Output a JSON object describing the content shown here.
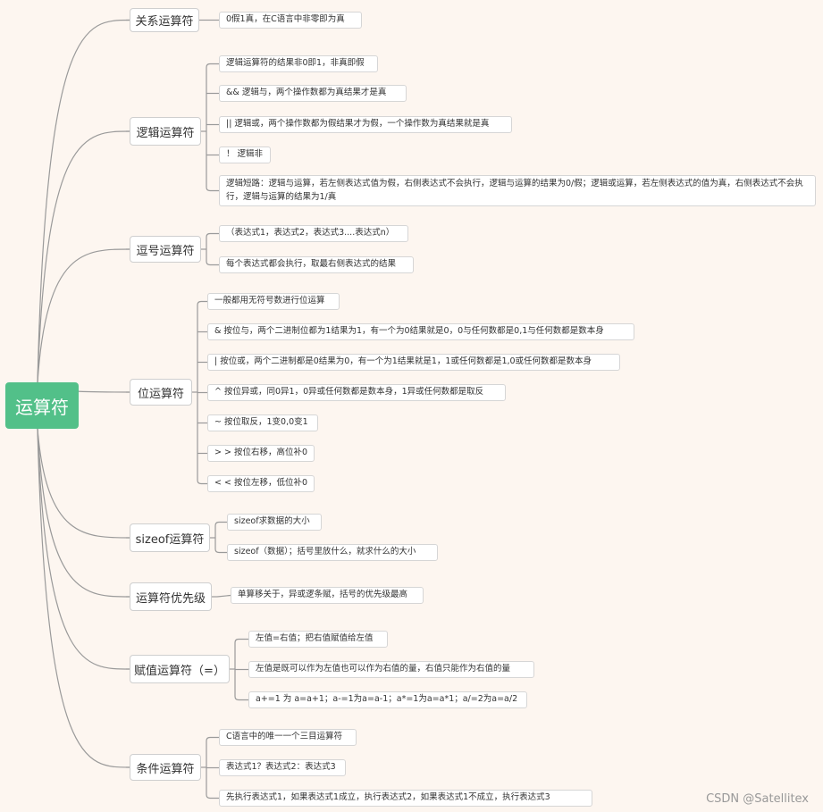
{
  "root": {
    "label": "运算符"
  },
  "branches": [
    {
      "label": "关系运算符",
      "leaves": [
        "0假1真，在C语言中非零即为真"
      ]
    },
    {
      "label": "逻辑运算符",
      "leaves": [
        "逻辑运算符的结果非0即1，非真即假",
        "&& 逻辑与，两个操作数都为真结果才是真",
        "|| 逻辑或，两个操作数都为假结果才为假，一个操作数为真结果就是真",
        "！  逻辑非",
        "逻辑短路：逻辑与运算，若左侧表达式值为假，右侧表达式不会执行，逻辑与运算的结果为0/假；逻辑或运算，若左侧表达式的值为真，右侧表达式不会执行，逻辑与运算的结果为1/真"
      ]
    },
    {
      "label": "逗号运算符",
      "leaves": [
        "（表达式1，表达式2，表达式3....表达式n）",
        "每个表达式都会执行，取最右侧表达式的结果"
      ]
    },
    {
      "label": "位运算符",
      "leaves": [
        "一般都用无符号数进行位运算",
        "& 按位与，两个二进制位都为1结果为1，有一个为0结果就是0，0与任何数都是0,1与任何数都是数本身",
        "| 按位或，两个二进制都是0结果为0，有一个为1结果就是1，1或任何数都是1,0或任何数都是数本身",
        "^ 按位异或，同0异1，0异或任何数都是数本身，1异或任何数都是取反",
        "~ 按位取反，1变0,0变1",
        "> > 按位右移，高位补0",
        "< < 按位左移，低位补0"
      ]
    },
    {
      "label": "sizeof运算符",
      "leaves": [
        "sizeof求数据的大小",
        "sizeof（数据）；括号里放什么，就求什么的大小"
      ]
    },
    {
      "label": "运算符优先级",
      "leaves": [
        "单算移关于，异或逻条赋，括号的优先级最高"
      ]
    },
    {
      "label": "赋值运算符（=）",
      "leaves": [
        "左值=右值；把右值赋值给左值",
        "左值是既可以作为左值也可以作为右值的量，右值只能作为右值的量",
        "a+=1 为 a=a+1；a-=1为a=a-1；a*=1为a=a*1；a/=2为a=a/2"
      ]
    },
    {
      "label": "条件运算符",
      "leaves": [
        "C语言中的唯一一个三目运算符",
        "表达式1？表达式2：表达式3",
        "先执行表达式1，如果表达式1成立，执行表达式2，如果表达式1不成立，执行表达式3"
      ]
    }
  ],
  "watermark": "CSDN @Satellitex",
  "colors": {
    "root": "#52c089",
    "line": "#9a9a9a",
    "background": "#fdf6f0"
  }
}
